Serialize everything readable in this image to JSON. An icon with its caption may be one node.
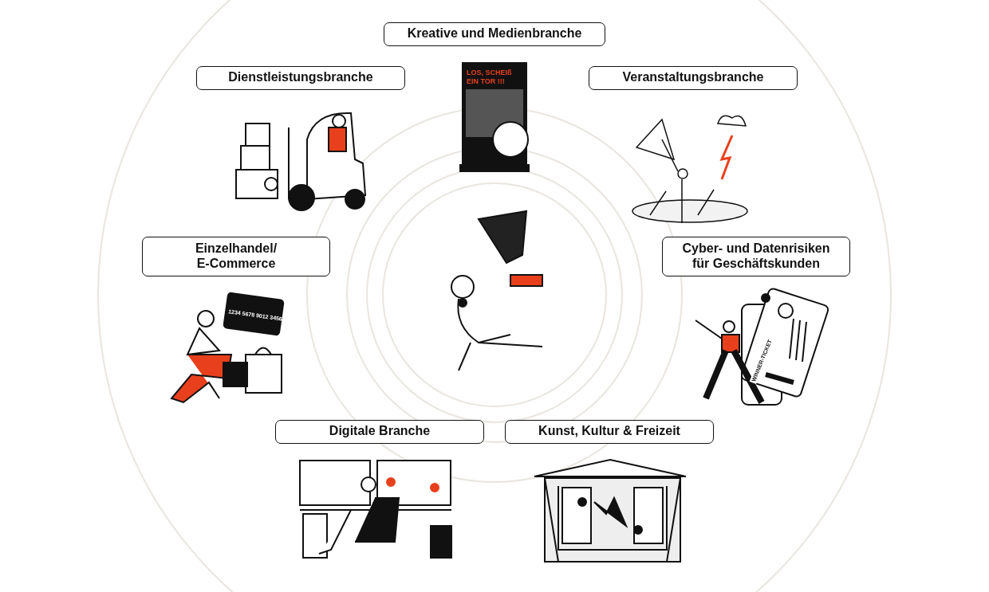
{
  "diagram": {
    "nodes": [
      {
        "text": [
          "Kreative und Medienbranche"
        ]
      },
      {
        "text": [
          "Dienstleistungsbranche"
        ]
      },
      {
        "text": [
          "Veranstaltungsbranche"
        ]
      },
      {
        "text": [
          "Einzelhandel/ E-Commerce"
        ]
      },
      {
        "text": [
          "Cyber- und Datenrisiken für Geschäftskunden"
        ]
      },
      {
        "text": [
          "Digitale Branche"
        ]
      },
      {
        "text": [
          "Kunst, Kultur & Freizeit"
        ]
      }
    ],
    "labels": [
      "LOS, SCHEIß EIN TOR !!!",
      "1234 5678 9012 3456",
      "WINNER-TICKET"
    ]
  }
}
